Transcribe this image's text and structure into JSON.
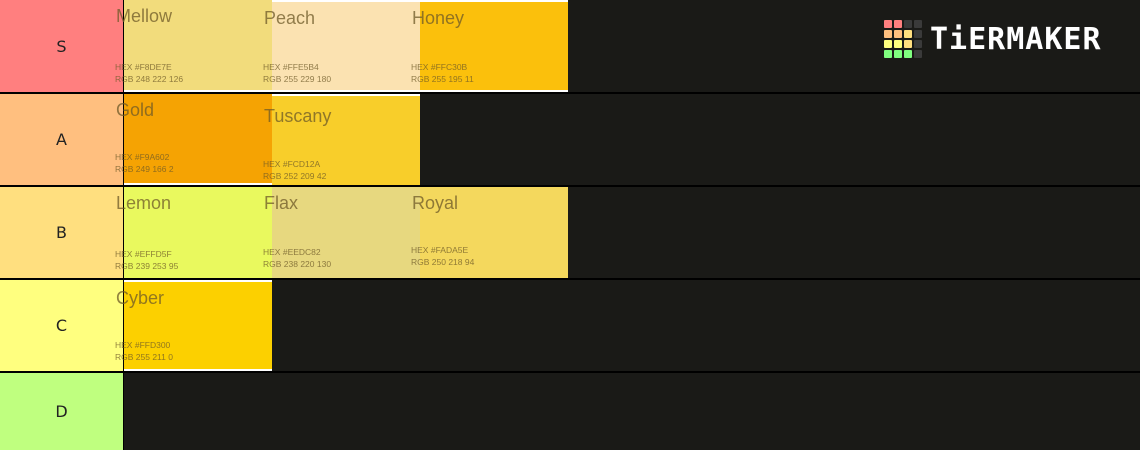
{
  "logo": {
    "text": "TiERMAKER",
    "grid_colors": [
      "#ff7f7f",
      "#ff7f7f",
      "#3a3a3a",
      "#3a3a3a",
      "#ffbf7f",
      "#ffbf7f",
      "#ffdf7f",
      "#3a3a3a",
      "#ffff7f",
      "#ffff7f",
      "#ffdf7f",
      "#3a3a3a",
      "#7fff7f",
      "#7fff7f",
      "#7fff7f",
      "#3a3a3a"
    ]
  },
  "tiers": [
    {
      "label": "S",
      "color": "#ff7f7f",
      "items": [
        {
          "name": "Mellow",
          "hex": "HEX #F8DE7E",
          "rgb": "RGB 248 222 126",
          "color": "#f2dc7c"
        },
        {
          "name": "Peach",
          "hex": "HEX #FFE5B4",
          "rgb": "RGB 255 229 180",
          "color": "#fbe2b1"
        },
        {
          "name": "Honey",
          "hex": "HEX #FFC30B",
          "rgb": "RGB 255 195 11",
          "color": "#fbc00c"
        }
      ]
    },
    {
      "label": "A",
      "color": "#ffbf7f",
      "items": [
        {
          "name": "Gold",
          "hex": "HEX #F9A602",
          "rgb": "RGB 249 166 2",
          "color": "#f5a303"
        },
        {
          "name": "Tuscany",
          "hex": "HEX #FCD12A",
          "rgb": "RGB 252 209 42",
          "color": "#f8ce2a"
        }
      ]
    },
    {
      "label": "B",
      "color": "#ffdf7f",
      "items": [
        {
          "name": "Lemon",
          "hex": "HEX #EFFD5F",
          "rgb": "RGB 239 253 95",
          "color": "#e9f95e"
        },
        {
          "name": "Flax",
          "hex": "HEX #EEDC82",
          "rgb": "RGB 238 220 130",
          "color": "#e7d87f"
        },
        {
          "name": "Royal",
          "hex": "HEX #FADA5E",
          "rgb": "RGB 250 218 94",
          "color": "#f4d85d"
        }
      ]
    },
    {
      "label": "C",
      "color": "#ffff7f",
      "items": [
        {
          "name": "Cyber",
          "hex": "HEX #FFD300",
          "rgb": "RGB 255 211 0",
          "color": "#fcd000"
        }
      ]
    },
    {
      "label": "D",
      "color": "#bfff7f",
      "items": []
    }
  ]
}
